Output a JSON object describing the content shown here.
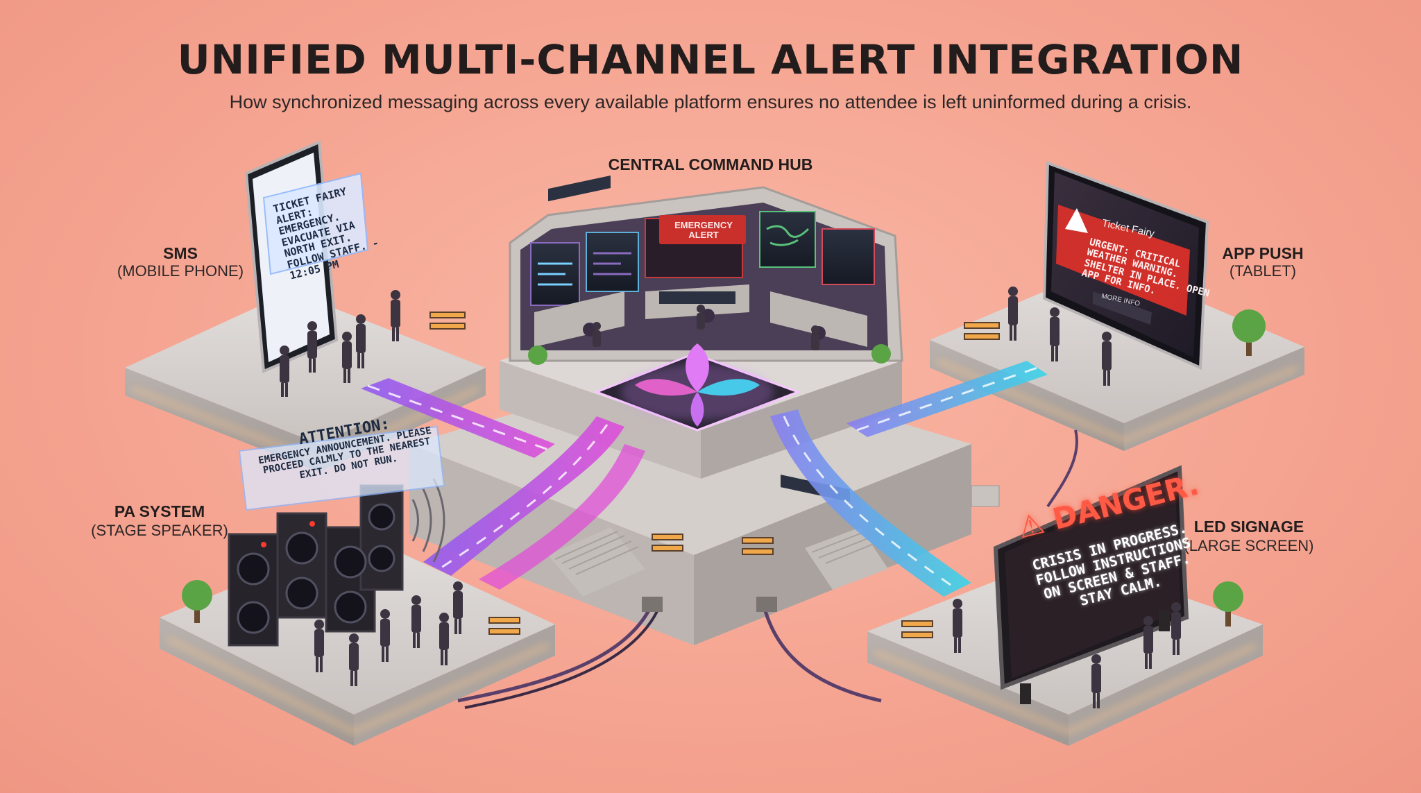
{
  "title": "UNIFIED MULTI-CHANNEL ALERT INTEGRATION",
  "subtitle": "How synchronized messaging across every available platform ensures no attendee is left uninformed during a crisis.",
  "hub": {
    "label": "CENTRAL COMMAND HUB",
    "screen_alert": "EMERGENCY ALERT"
  },
  "channels": {
    "sms": {
      "label": "SMS",
      "device": "(MOBILE PHONE)",
      "message": "TICKET FAIRY ALERT: EMERGENCY. EVACUATE VIA NORTH EXIT. FOLLOW STAFF. - 12:05 PM"
    },
    "app_push": {
      "label": "APP PUSH",
      "device": "(TABLET)",
      "brand": "Ticket Fairy",
      "message": "URGENT: CRITICAL WEATHER WARNING. SHELTER IN PLACE. OPEN APP FOR INFO.",
      "button": "MORE INFO"
    },
    "pa_system": {
      "label": "PA SYSTEM",
      "device": "(STAGE SPEAKER)",
      "heading": "ATTENTION:",
      "message": "EMERGENCY ANNOUNCEMENT. PLEASE PROCEED CALMLY TO THE NEAREST EXIT. DO NOT RUN."
    },
    "led_signage": {
      "label": "LED SIGNAGE",
      "device": "(LARGE SCREEN)",
      "heading": "⚠ DANGER.",
      "message": "CRISIS IN PROGRESS. FOLLOW INSTRUCTIONS ON SCREEN & STAFF. STAY CALM."
    }
  },
  "colors": {
    "background": "#f5a592",
    "platform": "#d8d3d0",
    "platform_glow": "#ffc489",
    "stream_purple": "#b04ef0",
    "stream_pink": "#f04fc8",
    "stream_cyan": "#39d5e8",
    "alert_red": "#d9302a"
  }
}
